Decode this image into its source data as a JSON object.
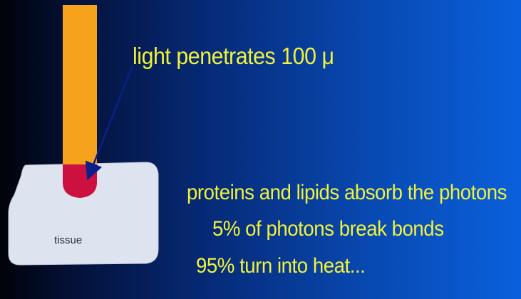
{
  "beam": {
    "caption": "light penetrates 100 μ"
  },
  "tissue": {
    "label": "tissue"
  },
  "notes": {
    "line1": "proteins and lipids absorb the photons",
    "line2": "5% of photons break bonds",
    "line3": "95% turn into heat..."
  },
  "colors": {
    "beam": "#f6a21c",
    "absorption_zone": "#cc1140",
    "tissue": "#dde3ef",
    "text": "#f1f23a",
    "arrow": "#0b1f8a"
  }
}
